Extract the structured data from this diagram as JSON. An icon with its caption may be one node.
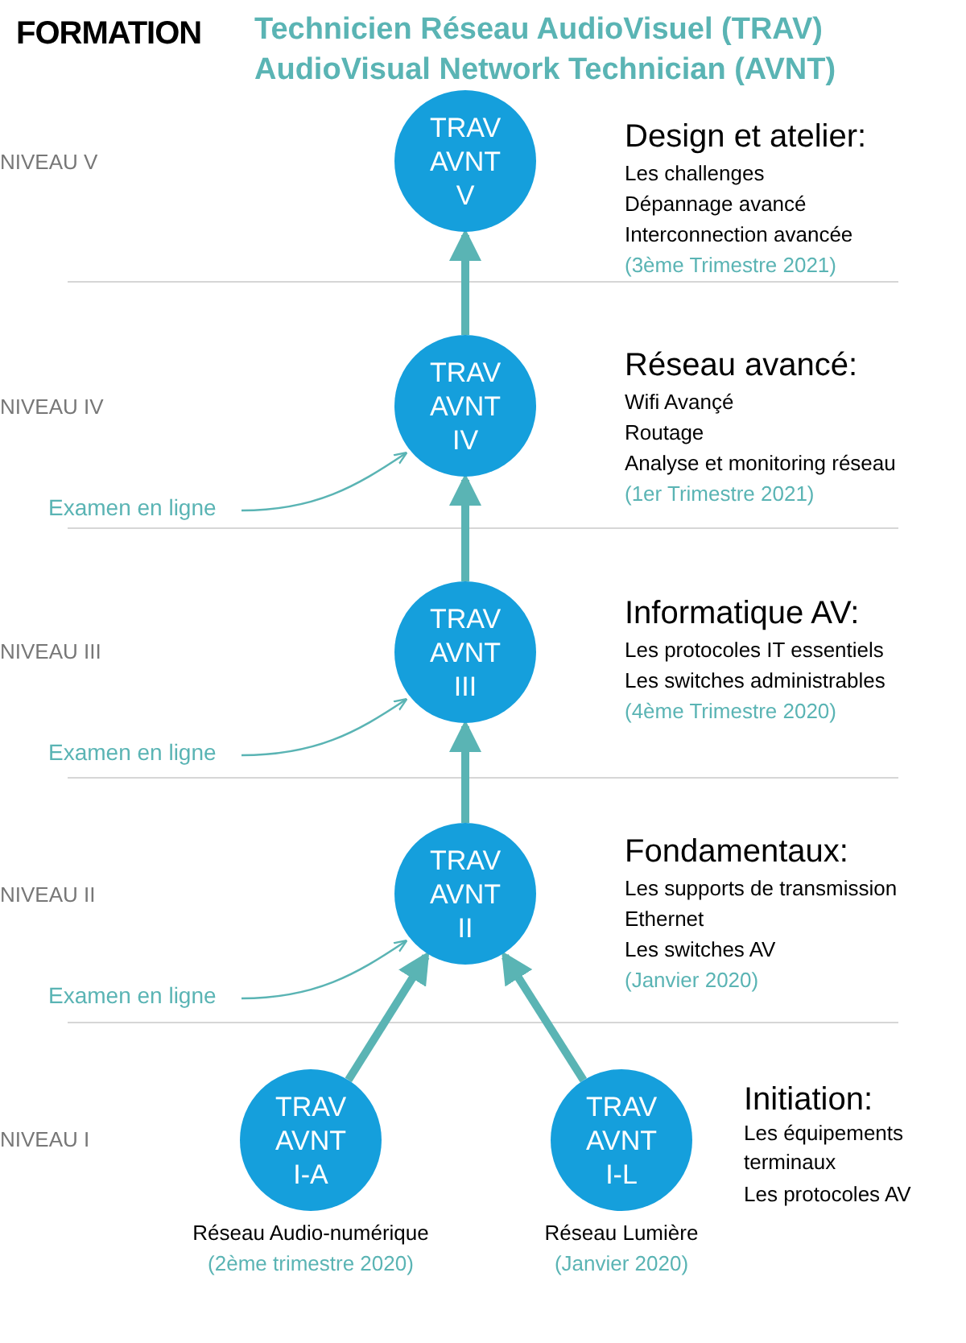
{
  "diagram": {
    "title": "Technicien Réseau AudioVisuel (TRAV) AudioVisual Network Technician (AVNT)",
    "nodes": [
      {
        "text": [
          "TRAV AVNT V"
        ],
        "beside": [
          "Design et atelier:",
          "Les challenges",
          "Dépannage avancé",
          "Interconnection avancée",
          "(3ème Trimestre 2021)"
        ]
      },
      {
        "text": [
          "TRAV AVNT IV"
        ],
        "beside": [
          "Réseau avancé:",
          "Wifi Avançé",
          "Routage",
          "Analyse et monitoring réseau",
          "(1er Trimestre 2021)"
        ]
      },
      {
        "text": [
          "Examen en ligne"
        ]
      },
      {
        "text": [
          "TRAV AVNT III"
        ],
        "beside": [
          "Informatique AV:",
          "Les protocoles IT essentiels",
          "Les switches administrables",
          "(4ème Trimestre 2020)"
        ]
      },
      {
        "text": [
          "Examen en ligne"
        ]
      },
      {
        "text": [
          "TRAV AVNT II"
        ],
        "beside": [
          "Fondamentaux:",
          "Les supports de transmission",
          "Ethernet",
          "Les switches AV",
          "(Janvier 2020)"
        ]
      },
      {
        "text": [
          "Examen en ligne"
        ]
      },
      {
        "text": [
          "TRAV AVNT I-A"
        ],
        "beside": [
          "Réseau Audio-numérique",
          "(2ème trimestre 2020)"
        ]
      },
      {
        "text": [
          "TRAV AVNT I-L"
        ],
        "beside": [
          "Réseau Lumière",
          "(Janvier 2020)"
        ]
      }
    ],
    "edges": [
      {
        "from": 7,
        "to": 5,
        "arrow": "to"
      },
      {
        "from": 8,
        "to": 5,
        "arrow": "to"
      },
      {
        "from": 5,
        "to": 3,
        "arrow": "to"
      },
      {
        "from": 3,
        "to": 1,
        "arrow": "to"
      },
      {
        "from": 1,
        "to": 0,
        "arrow": "to"
      },
      {
        "from": 2,
        "to": 1,
        "arrow": "to"
      },
      {
        "from": 4,
        "to": 3,
        "arrow": "to"
      },
      {
        "from": 6,
        "to": 5,
        "arrow": "to"
      }
    ],
    "labels": [
      "FORMATION",
      "NIVEAU V",
      "NIVEAU IV",
      "NIVEAU III",
      "NIVEAU II",
      "NIVEAU I",
      "Initiation:",
      "Les équipements terminaux",
      "Les protocoles AV"
    ]
  }
}
